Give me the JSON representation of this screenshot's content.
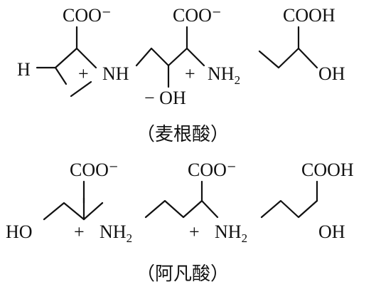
{
  "molecule_1": {
    "caption": "（麦根酸）",
    "labels": {
      "coo_left": "COO⁻",
      "coo_mid": "COO⁻",
      "cooh_right": "COOH",
      "h_left": "H",
      "plus_1": "+",
      "nh": "NH",
      "plus_2": "+",
      "nh2": "NH",
      "nh2_sub": "2",
      "minus_oh": "− OH",
      "oh_right": "OH"
    }
  },
  "molecule_2": {
    "caption": "（阿凡酸）",
    "labels": {
      "coo_left": "COO⁻",
      "coo_mid": "COO⁻",
      "cooh_right": "COOH",
      "ho_left": "HO",
      "plus_1": "+",
      "nh2_1": "NH",
      "nh2_1_sub": "2",
      "plus_2": "+",
      "nh2_2": "NH",
      "nh2_2_sub": "2",
      "oh_right": "OH"
    }
  }
}
